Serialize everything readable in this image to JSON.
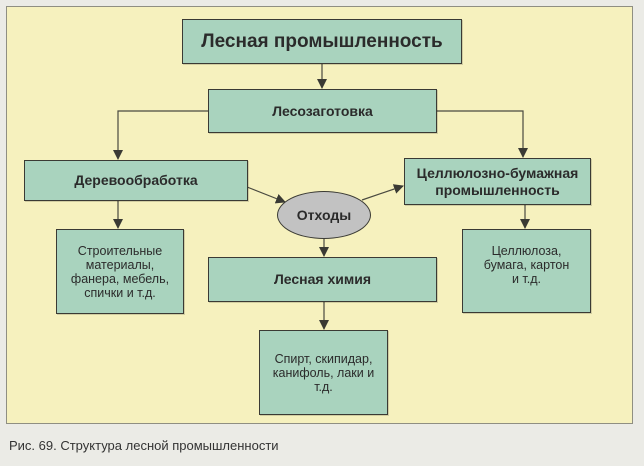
{
  "diagram": {
    "nodes": {
      "root": "Лесная промышленность",
      "logging": "Лесозаготовка",
      "woodworking": "Деревообработка",
      "pulp_paper": "Целлюлозно-бумажная промышленность",
      "waste": "Отходы",
      "wood_products": "Строительные материалы, фанера, мебель, спички и т.д.",
      "forest_chemistry": "Лесная химия",
      "paper_products": "Целлюлоза, бумага, картон и т.д.",
      "chem_products": "Спирт, скипидар, канифоль, лаки и т.д."
    },
    "edges": [
      {
        "from": "root",
        "to": "logging"
      },
      {
        "from": "logging",
        "to": "woodworking"
      },
      {
        "from": "logging",
        "to": "pulp_paper"
      },
      {
        "from": "woodworking",
        "to": "waste"
      },
      {
        "from": "waste",
        "to": "pulp_paper"
      },
      {
        "from": "waste",
        "to": "forest_chemistry"
      },
      {
        "from": "woodworking",
        "to": "wood_products"
      },
      {
        "from": "pulp_paper",
        "to": "paper_products"
      },
      {
        "from": "forest_chemistry",
        "to": "chem_products"
      }
    ]
  },
  "caption": "Рис. 69. Структура лесной промышленности",
  "colors": {
    "box_fill": "#a9d3be",
    "ellipse_fill": "#c2c2c2",
    "panel_bg": "#f6f1be"
  }
}
